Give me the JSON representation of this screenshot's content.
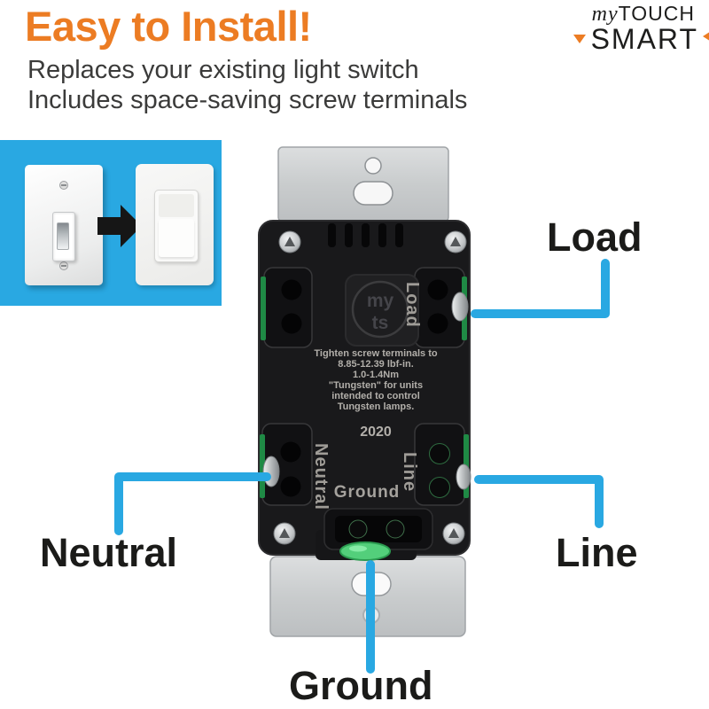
{
  "header": {
    "headline": "Easy to Install!",
    "subline1": "Replaces your existing light switch",
    "subline2": "Includes space-saving screw terminals"
  },
  "brand": {
    "prefix": "my",
    "word1": "TOUCH",
    "word2": "SMART"
  },
  "callouts": {
    "load": "Load",
    "neutral": "Neutral",
    "line": "Line",
    "ground": "Ground"
  },
  "device": {
    "terminal_labels": {
      "load": "Load",
      "neutral": "Neutral",
      "line": "Line",
      "ground": "Ground"
    },
    "emboss_logo": {
      "line1": "my",
      "line2": "ts"
    },
    "warning_lines": [
      "Tighten screw terminals to",
      "8.85-12.39 lbf-in.",
      "1.0-1.4Nm",
      "\"Tungsten\" for units",
      "intended to control",
      "Tungsten lamps."
    ],
    "year": "2020"
  },
  "colors": {
    "accent_orange": "#EC7C23",
    "callout_blue": "#29A8E2",
    "label_dark": "#1B1B19"
  }
}
